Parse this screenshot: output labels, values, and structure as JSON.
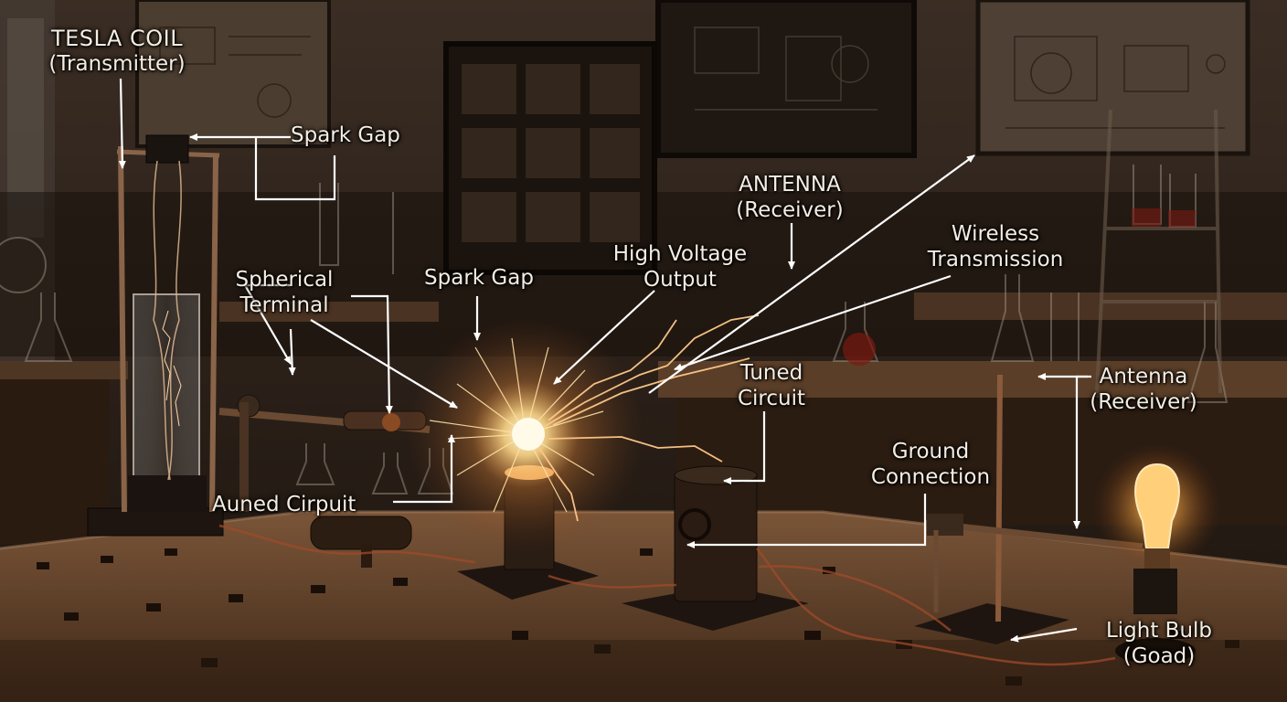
{
  "labels": {
    "tesla_coil": {
      "title": "TESLA COIL",
      "sub": "(Transmitter)"
    },
    "spark_gap_top": "Spark Gap",
    "spherical_terminal": {
      "line1": "Spherical",
      "line2": "Terminal"
    },
    "spark_gap_center": "Spark Gap",
    "high_voltage_output": {
      "line1": "High Voltage",
      "line2": "Output"
    },
    "antenna_top": {
      "line1": "ANTENNA",
      "line2": "(Receiver)"
    },
    "wireless_transmission": {
      "line1": "Wireless",
      "line2": "Transmission"
    },
    "tuned_circuit": {
      "line1": "Tuned",
      "line2": "Circuit"
    },
    "antenna_right": {
      "line1": "Antenna",
      "line2": "(Receiver)"
    },
    "auned_cirpuit": "Auned Cirpuit",
    "ground_connection": {
      "line1": "Ground",
      "line2": "Connection"
    },
    "light_bulb": {
      "line1": "Light Bulb",
      "line2": "(Goad)"
    }
  },
  "colors": {
    "label_text": "#f4ede2",
    "pointer_line": "#ffffff",
    "wall": "#2c211a",
    "bench": "#6b4a32",
    "spark": "#ffd28a",
    "copper": "#c8703a"
  }
}
